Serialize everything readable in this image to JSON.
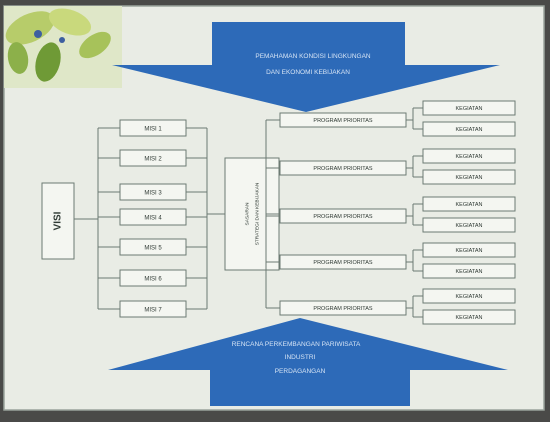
{
  "top_banner": {
    "line1": "PEMAHAMAN KONDISI LINGKUNGAN",
    "line2": "DAN EKONOMI KEBIJAKAN"
  },
  "bottom_banner": {
    "line1": "RENCANA PERKEMBANGAN PARIWISATA",
    "line2": "INDUSTRI",
    "line3": "PERDAGANGAN"
  },
  "visi": {
    "label": "VISI"
  },
  "sasaran": {
    "line1": "SASARAN",
    "line2": "STRATEGI DAN KEBIJAKAN"
  },
  "misi": [
    "MISI 1",
    "MISI 2",
    "MISI 3",
    "MISI 4",
    "MISI 5",
    "MISI 6",
    "MISI 7"
  ],
  "programs": [
    {
      "label": "PROGRAM PRIORITAS",
      "kegiatan": [
        "KEGIATAN",
        "KEGIATAN"
      ]
    },
    {
      "label": "PROGRAM PRIORITAS",
      "kegiatan": [
        "KEGIATAN",
        "KEGIATAN"
      ]
    },
    {
      "label": "PROGRAM PRIORITAS",
      "kegiatan": [
        "KEGIATAN",
        "KEGIATAN"
      ]
    },
    {
      "label": "PROGRAM PRIORITAS",
      "kegiatan": [
        "KEGIATAN",
        "KEGIATAN"
      ]
    },
    {
      "label": "PROGRAM PRIORITAS",
      "kegiatan": [
        "KEGIATAN",
        "KEGIATAN"
      ]
    }
  ],
  "colors": {
    "arrow_blue": "#2d6ab8",
    "box_stroke": "#6c7a72",
    "paper": "#e9ece5"
  }
}
